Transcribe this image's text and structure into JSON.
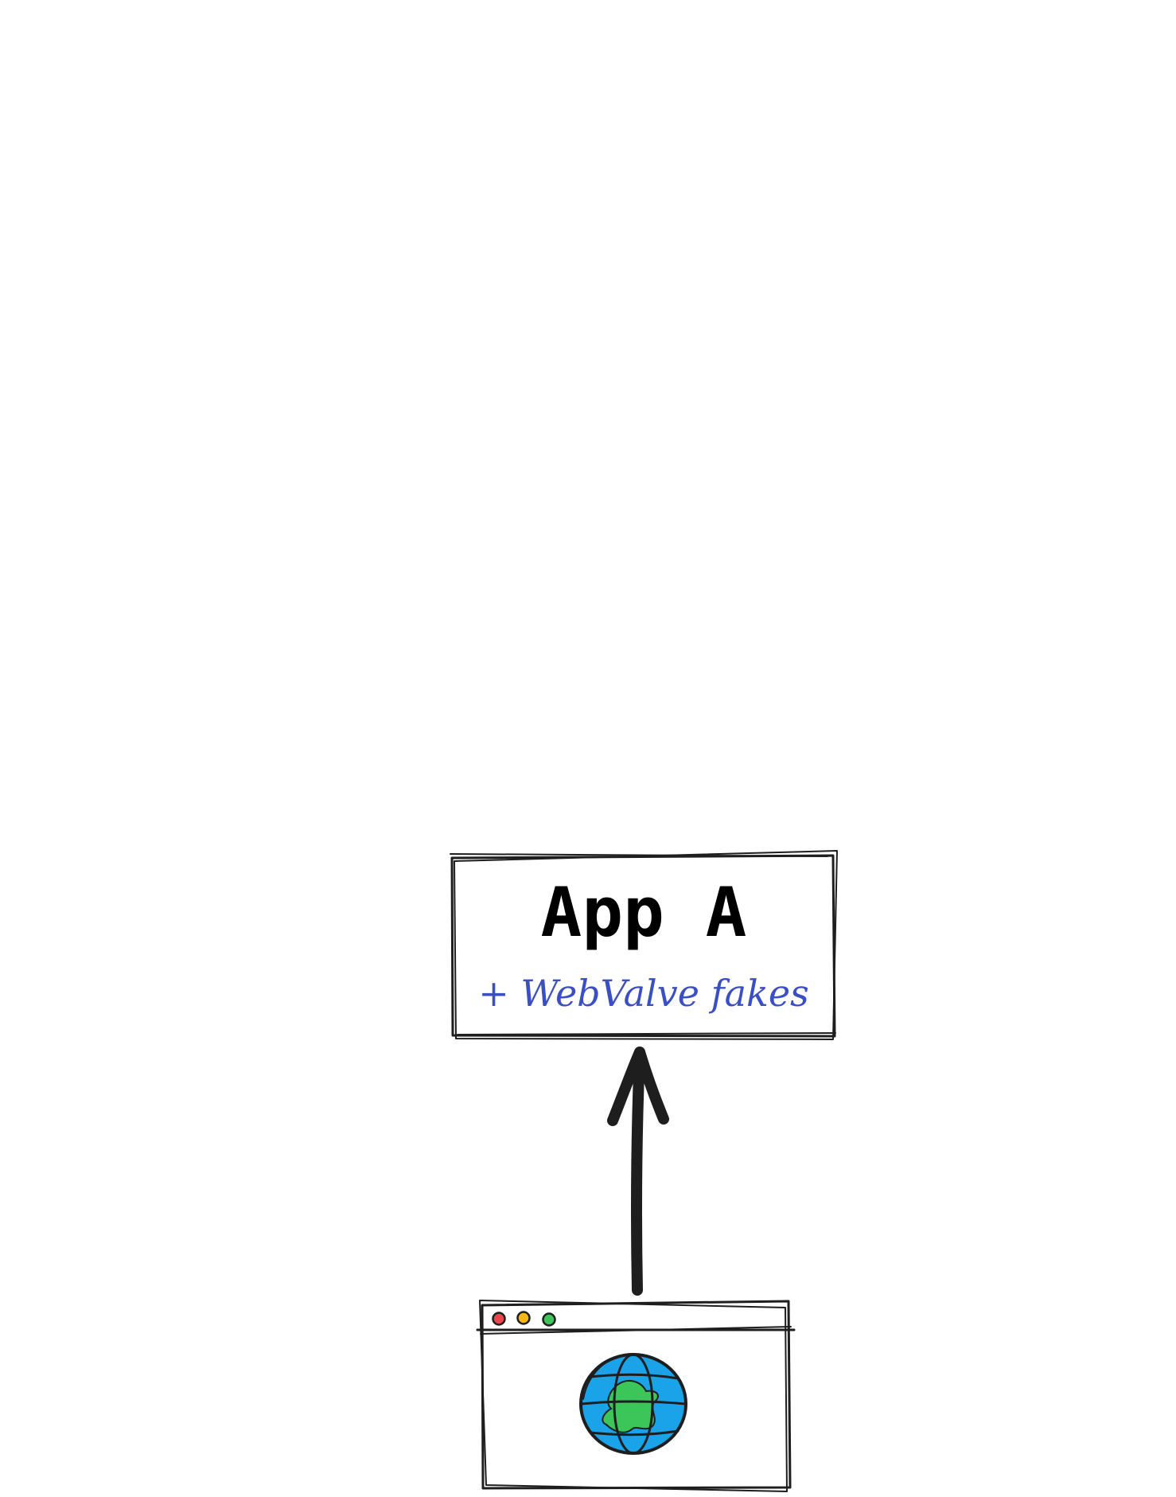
{
  "app_box": {
    "title": "App A",
    "subtitle": "+ WebValve fakes"
  },
  "browser": {
    "window_icon": "browser-window-icon",
    "content_icon": "globe-icon",
    "dots": [
      {
        "name": "close-dot",
        "color": "#e8474d"
      },
      {
        "name": "minimize-dot",
        "color": "#f5b80f"
      },
      {
        "name": "maximize-dot",
        "color": "#3cc558"
      }
    ],
    "globe_colors": {
      "ocean": "#1aa3e8",
      "land": "#3cc558"
    }
  },
  "colors": {
    "stroke": "#1e1e1e",
    "subtitle": "#3a4fc4"
  }
}
